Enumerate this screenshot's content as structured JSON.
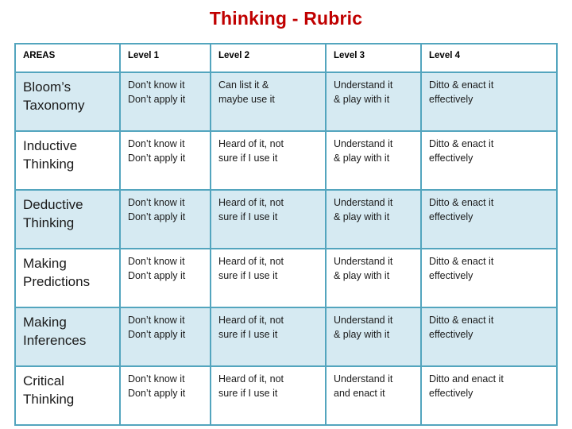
{
  "slide": {
    "title": "Thinking - Rubric",
    "title_color": "#C00000",
    "border_color": "#53A5BE",
    "shaded_row_color": "#D6EAF2",
    "background_color": "#FFFFFF"
  },
  "table": {
    "headers": [
      "AREAS",
      "Level 1",
      "Level 2",
      "Level 3",
      "Level 4"
    ],
    "rows": [
      {
        "area_line1": "Bloom’s",
        "area_line2": "Taxonomy",
        "l1_line1": "Don’t know it",
        "l1_line2": "Don’t apply it",
        "l2_line1": "Can list it &",
        "l2_line2": "maybe use it",
        "l3_line1": "Understand it",
        "l3_line2": "& play with it",
        "l4_line1": "Ditto & enact it",
        "l4_line2": "effectively",
        "shaded": true
      },
      {
        "area_line1": "Inductive",
        "area_line2": "Thinking",
        "l1_line1": "Don’t know it",
        "l1_line2": "Don’t apply it",
        "l2_line1": "Heard of it, not",
        "l2_line2": "sure if I use it",
        "l3_line1": "Understand it",
        "l3_line2": "& play with it",
        "l4_line1": "Ditto & enact it",
        "l4_line2": "effectively",
        "shaded": false
      },
      {
        "area_line1": "Deductive",
        "area_line2": "Thinking",
        "l1_line1": "Don’t know it",
        "l1_line2": "Don’t apply it",
        "l2_line1": "Heard of it, not",
        "l2_line2": "sure if I use it",
        "l3_line1": "Understand it",
        "l3_line2": "& play with it",
        "l4_line1": "Ditto & enact it",
        "l4_line2": "effectively",
        "shaded": true
      },
      {
        "area_line1": "Making",
        "area_line2": "Predictions",
        "l1_line1": "Don’t know it",
        "l1_line2": "Don’t apply it",
        "l2_line1": "Heard of it, not",
        "l2_line2": "sure if I use it",
        "l3_line1": "Understand it",
        "l3_line2": "& play with it",
        "l4_line1": "Ditto & enact it",
        "l4_line2": "effectively",
        "shaded": false
      },
      {
        "area_line1": "Making",
        "area_line2": "Inferences",
        "l1_line1": "Don’t know it",
        "l1_line2": "Don’t apply it",
        "l2_line1": "Heard of it, not",
        "l2_line2": "sure if I use it",
        "l3_line1": "Understand it",
        "l3_line2": "& play with it",
        "l4_line1": "Ditto & enact it",
        "l4_line2": "effectively",
        "shaded": true
      },
      {
        "area_line1": "Critical",
        "area_line2": "Thinking",
        "l1_line1": "Don’t know it",
        "l1_line2": "Don’t apply it",
        "l2_line1": "Heard of it, not",
        "l2_line2": "sure if I use it",
        "l3_line1": "Understand it",
        "l3_line2": "and enact it",
        "l4_line1": "Ditto and enact it",
        "l4_line2": "effectively",
        "shaded": false
      }
    ]
  }
}
